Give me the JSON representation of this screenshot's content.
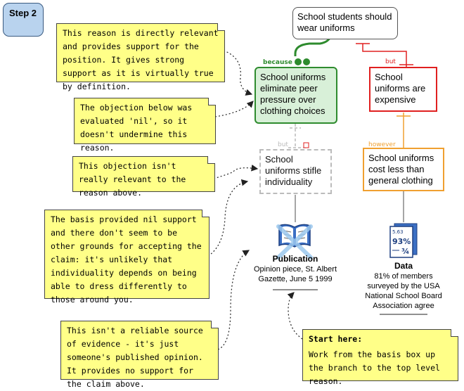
{
  "step_label": "Step 2",
  "claim": "School students should wear uniforms",
  "reason": "School uniforms eliminate peer pressure over clothing choices",
  "reason_tag": "because",
  "objection_main": "School uniforms are expensive",
  "objection_main_tag": "but",
  "rebuttal": "School uniforms cost less than general clothing",
  "rebuttal_tag": "however",
  "objection_reason": "School uniforms stifle individuality",
  "objection_reason_tag": "but",
  "publication": {
    "title": "Publication",
    "text": "Opinion piece, St. Albert Gazette, June 5 1999"
  },
  "data_source": {
    "title": "Data",
    "text": "81% of members surveyed by the USA National School Board Association agree",
    "icon_numbers": [
      "5.63",
      "93%",
      "¾"
    ]
  },
  "notes": {
    "note1": "This reason is directly relevant and provides support for the position. It gives strong support as it is virtually true by definition.",
    "note2": "The objection below was evaluated 'nil', so it doesn't undermine this reason.",
    "note3": "This objection isn't really relevant to the reason above.",
    "note4": "The basis provided nil support and there don't seem to be other grounds for accepting the claim: it's unlikely that individuality depends on being able to dress differently to those around you.",
    "note5": "This isn't a reliable source of evidence - it's just someone's published opinion. It provides no support for the claim above.",
    "start_title": "Start here:",
    "start_text": "Work from the basis box up the branch to the top level reason."
  },
  "colors": {
    "reason": "#2e8b2e",
    "objection": "#e02020",
    "rebuttal": "#f0a030",
    "note": "#ffff88",
    "step": "#b9d3ee"
  }
}
